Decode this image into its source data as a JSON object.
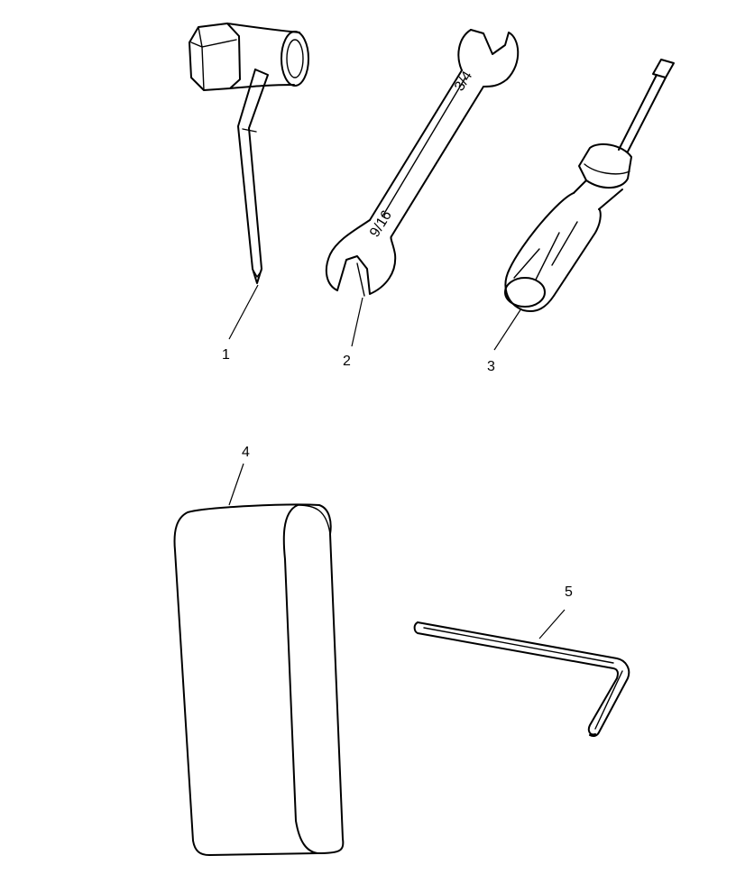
{
  "callouts": {
    "socket_wrench": "1",
    "open_end_wrench": "2",
    "screwdriver": "3",
    "tool_pouch": "4",
    "hex_key": "5"
  },
  "ink_color": "#000000",
  "background_color": "#ffffff"
}
